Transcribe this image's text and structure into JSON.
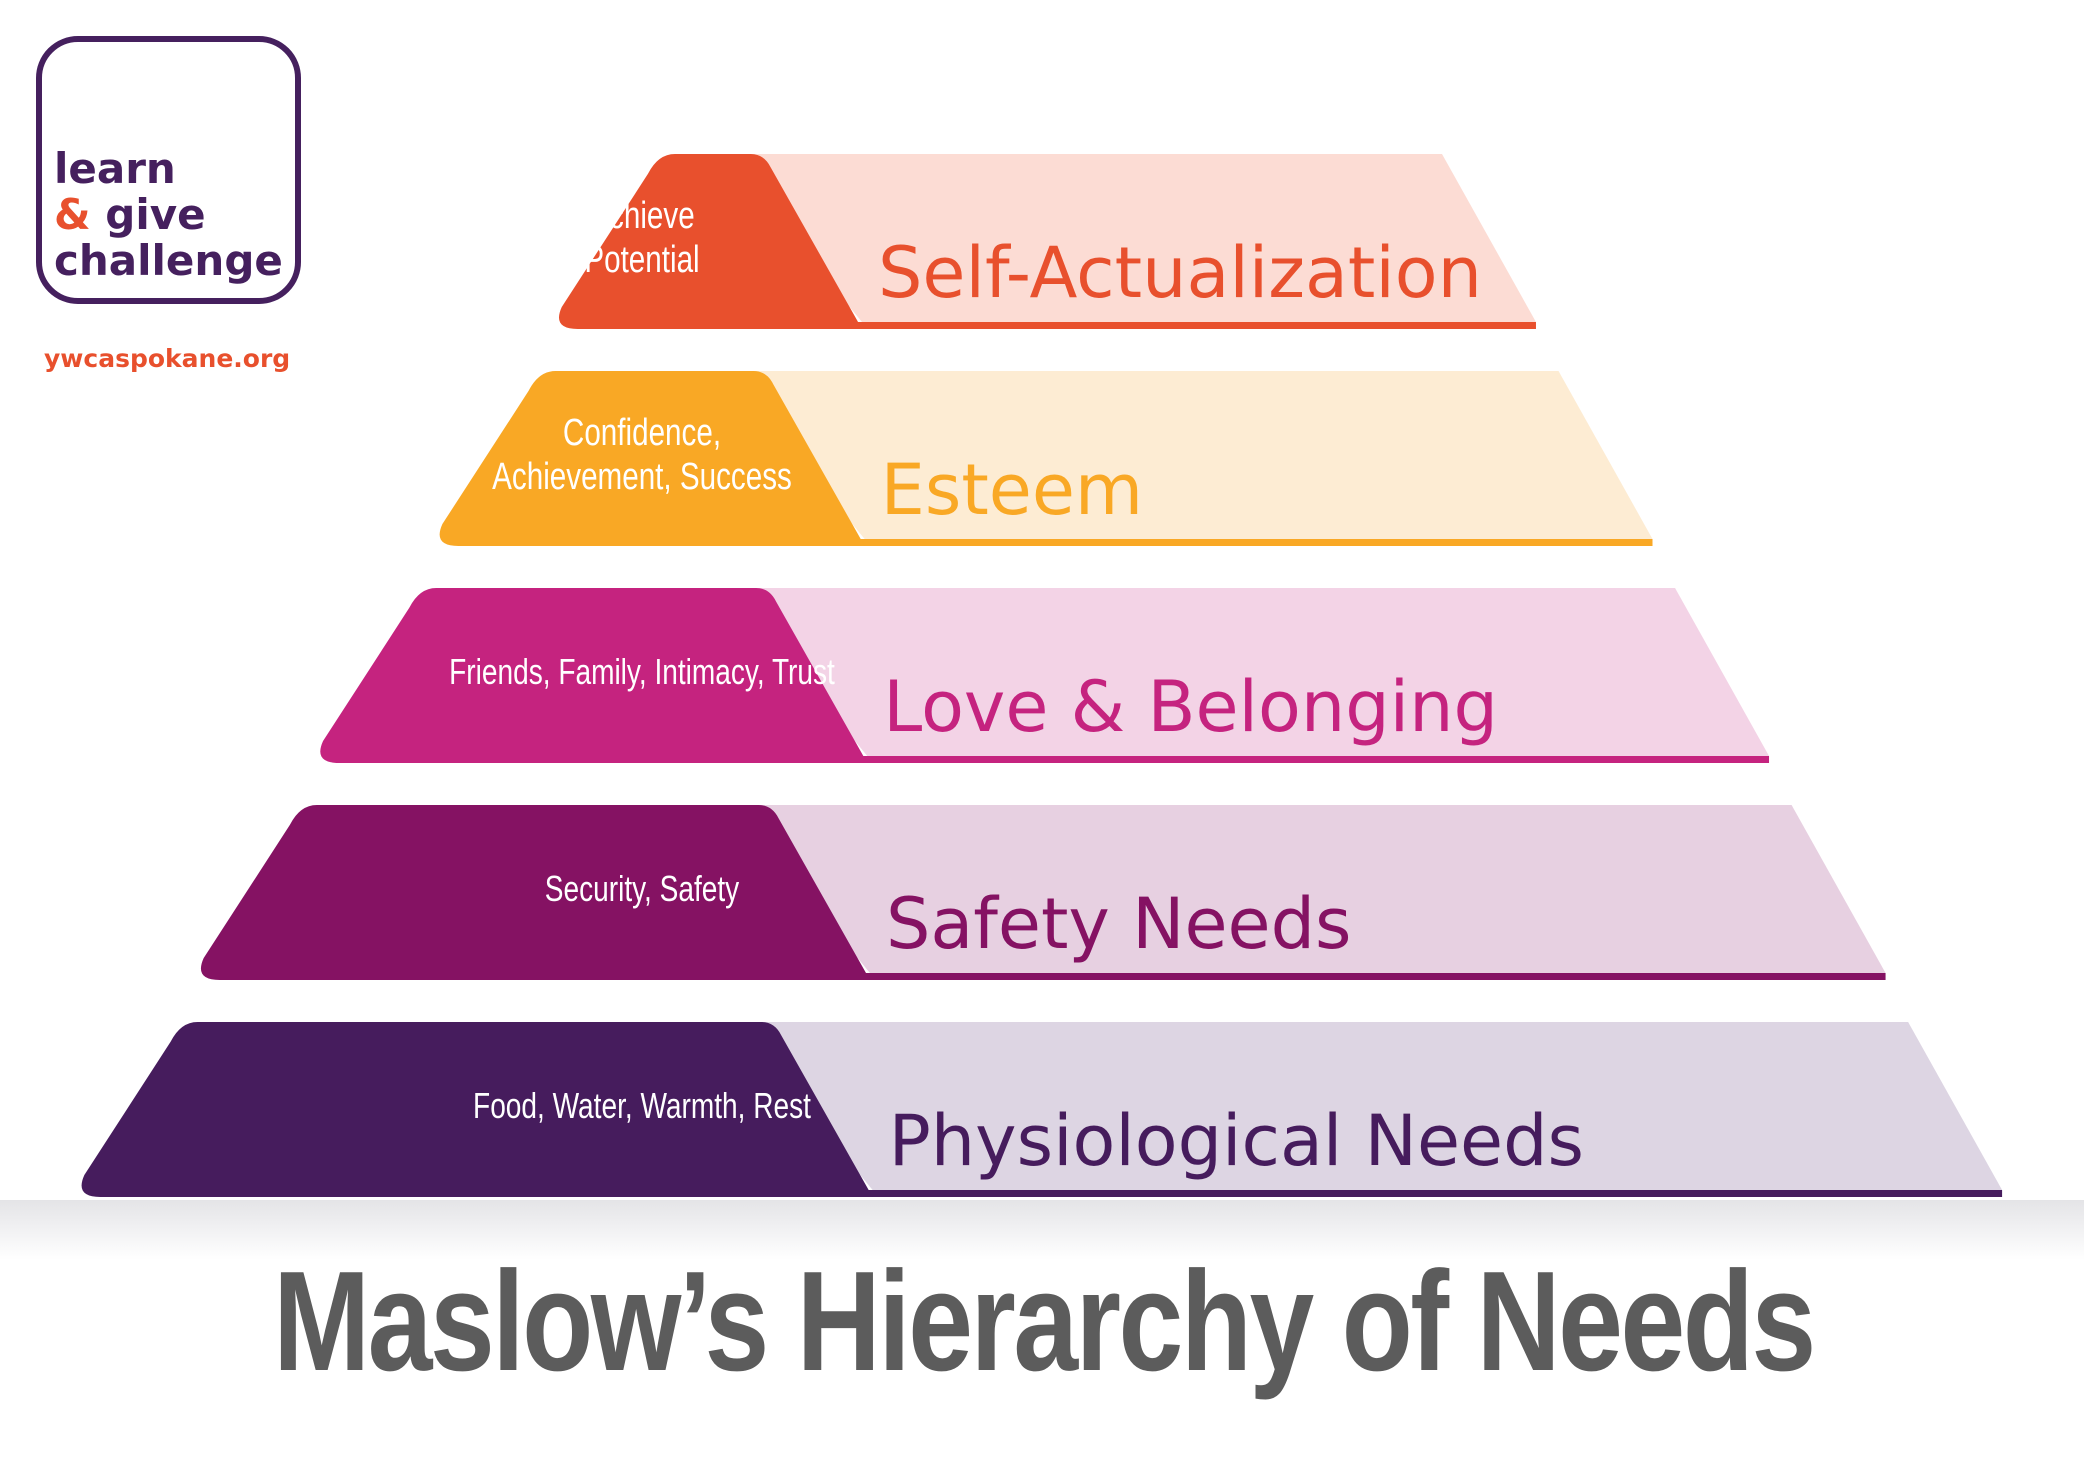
{
  "logo": {
    "line1": "learn",
    "line2_amp": "&",
    "line2_rest": " give",
    "line3": "challenge",
    "url": "ywcaspokane.org"
  },
  "title": "Maslow’s Hierarchy of Needs",
  "levels": [
    {
      "name": "Self-Actualization",
      "description_lines": [
        "Achieve",
        "Potential"
      ],
      "dark_color": "#e8502d",
      "light_color": "#fcdcd4"
    },
    {
      "name": "Esteem",
      "description_lines": [
        "Confidence,",
        "Achievement, Success"
      ],
      "dark_color": "#f9a825",
      "light_color": "#fdecd3"
    },
    {
      "name": "Love & Belonging",
      "description_lines": [
        "Friends, Family, Intimacy, Trust"
      ],
      "dark_color": "#c5237f",
      "light_color": "#f3d3e6"
    },
    {
      "name": "Safety Needs",
      "description_lines": [
        "Security, Safety"
      ],
      "dark_color": "#851263",
      "light_color": "#e7d0e1"
    },
    {
      "name": "Physiological Needs",
      "description_lines": [
        "Food, Water, Warmth, Rest"
      ],
      "dark_color": "#461c5d",
      "light_color": "#ddd5e3"
    }
  ]
}
